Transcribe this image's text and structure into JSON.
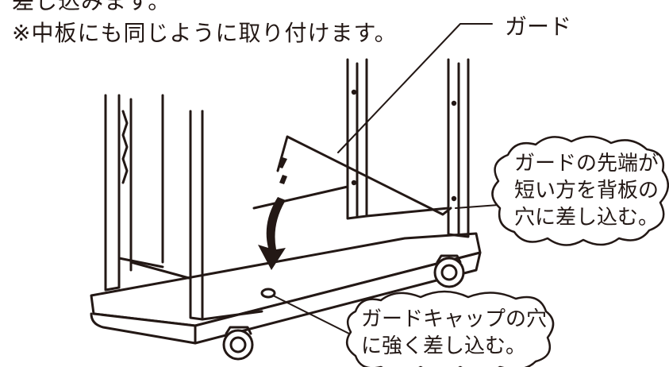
{
  "header": {
    "line1": "差し込みます。",
    "line2": "※中板にも同じように取り付けます。"
  },
  "callouts": {
    "guard_label": "ガード",
    "tip_note": [
      "ガードの先端が",
      "短い方を背板の",
      "穴に差し込む。"
    ],
    "cap_note": [
      "ガードキャップの穴",
      "に強く差し込む。"
    ]
  },
  "colors": {
    "line": "#231815",
    "fill": "#ffffff"
  }
}
